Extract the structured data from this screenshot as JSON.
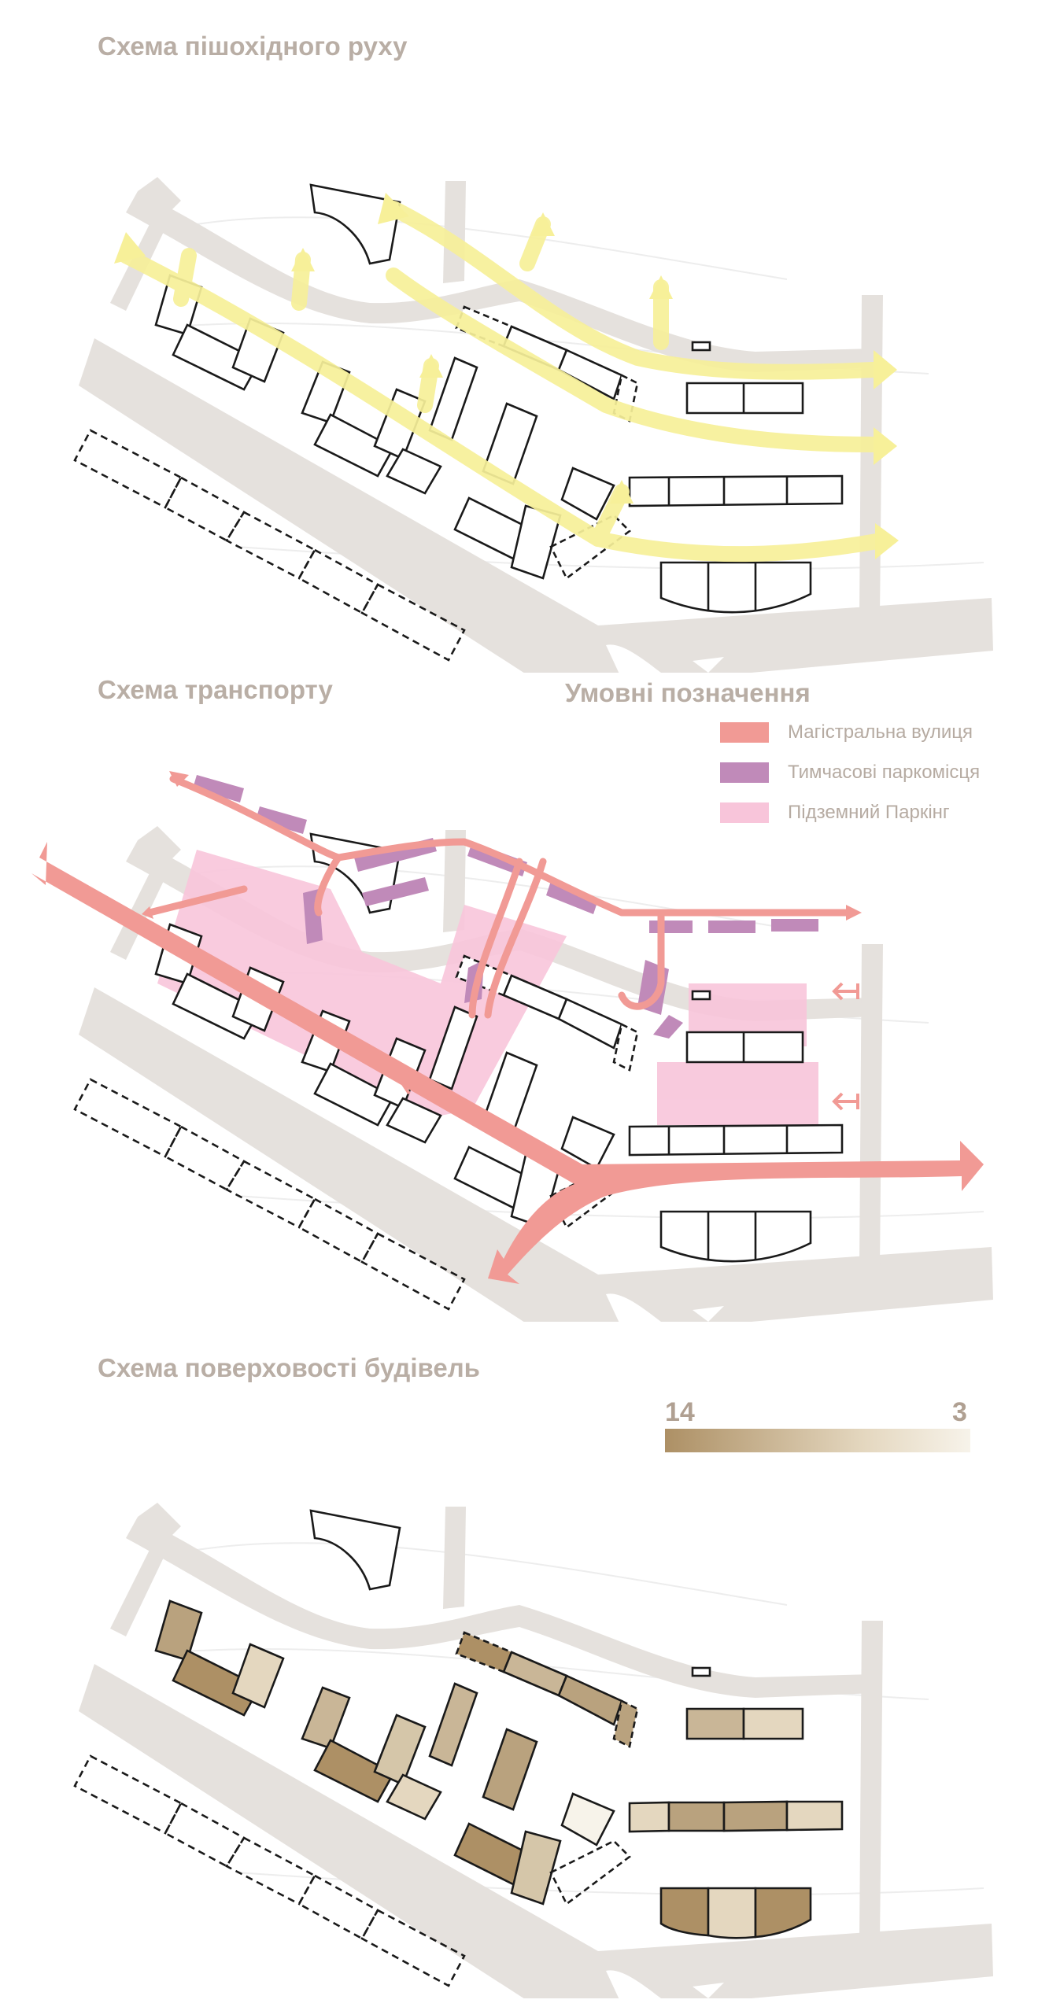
{
  "diagrams": {
    "pedestrian": {
      "title": "Схема пішохідного руху"
    },
    "transport": {
      "title": "Схема транспорту"
    },
    "storeys": {
      "title": "Схема поверховості будівель"
    }
  },
  "legend": {
    "title": "Умовні позначення",
    "items": [
      {
        "label": "Магістральна вулиця",
        "color": "#f19a95"
      },
      {
        "label": "Тимчасові паркомісця",
        "color": "#c08ab9"
      },
      {
        "label": "Підземний Паркінг",
        "color": "#f8c5da"
      }
    ]
  },
  "storey_scale": {
    "max": "14",
    "min": "3",
    "max_color": "#ad9065",
    "min_color": "#f7f3ea"
  },
  "colors": {
    "pedestrian_route": "#f7f099",
    "road_ground": "#e5e1dd",
    "building_outline": "#1a1a1a"
  }
}
